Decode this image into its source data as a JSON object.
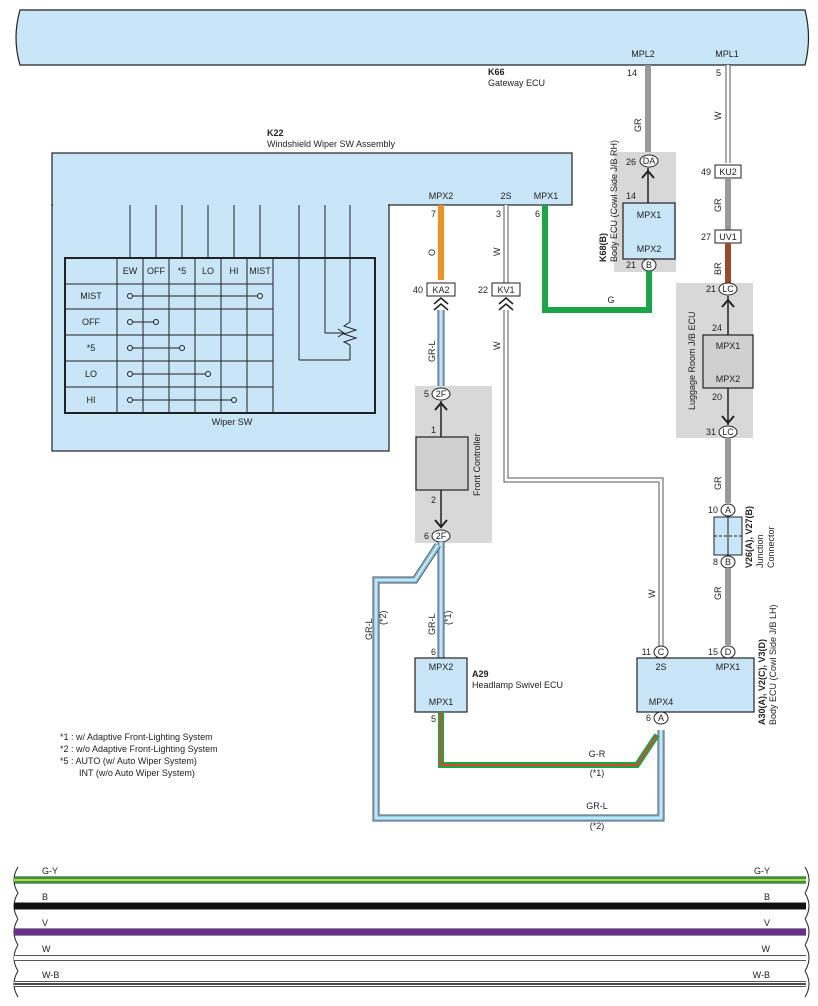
{
  "gateway": {
    "code": "K66",
    "name": "Gateway ECU",
    "pin_mpl2": "MPL2",
    "pin_mpl1": "MPL1",
    "pin_num_14": "14",
    "pin_num_5": "5"
  },
  "wiper_assy": {
    "code": "K22",
    "name": "Windshield Wiper SW Assembly",
    "pin_mpx2": "MPX2",
    "pin_2s": "2S",
    "pin_mpx1": "MPX1",
    "num_7": "7",
    "num_3": "3",
    "num_6": "6",
    "sw_label": "Wiper SW",
    "table_cols": [
      "EW",
      "OFF",
      "*5",
      "LO",
      "HI",
      "MIST"
    ],
    "table_rows": [
      "MIST",
      "OFF",
      "*5",
      "LO",
      "HI"
    ]
  },
  "body_ecu_rh": {
    "code": "K68(B)",
    "name": "Body ECU (Cowl Side J/B RH)",
    "pin_mpx1": "MPX1",
    "pin_mpx2": "MPX2",
    "num_14": "14",
    "num_21": "21",
    "con_da": "DA",
    "num_26": "26",
    "con_b": "B"
  },
  "luggage_ecu": {
    "name": "Luggage Room J/B ECU",
    "pin_mpx1": "MPX1",
    "pin_mpx2": "MPX2",
    "num_24": "24",
    "num_20": "20",
    "num_21": "21",
    "num_31": "31",
    "con_lc": "LC"
  },
  "front_ctrl": {
    "name": "Front Controller",
    "num_5": "5",
    "num_1": "1",
    "num_2": "2",
    "num_6": "6",
    "con_2f": "2F"
  },
  "headlamp": {
    "code": "A29",
    "name": "Headlamp Swivel ECU",
    "pin_mpx2": "MPX2",
    "pin_mpx1": "MPX1",
    "num_6": "6",
    "num_5": "5"
  },
  "body_ecu_lh": {
    "code": "A30(A), V2(C), V3(D)",
    "name": "Body ECU (Cowl Side J/B LH)",
    "pin_2s": "2S",
    "pin_mpx1": "MPX1",
    "pin_mpx4": "MPX4",
    "num_11": "11",
    "num_15": "15",
    "num_6": "6",
    "con_c": "C",
    "con_d": "D",
    "con_a": "A"
  },
  "junction": {
    "code": "V26(A), V27(B)",
    "name1": "Junction",
    "name2": "Connector",
    "num_10": "10",
    "num_8": "8",
    "con_a": "A",
    "con_b": "B"
  },
  "inline": {
    "ku2": "KU2",
    "ku2_num": "49",
    "uv1": "UV1",
    "uv1_num": "27",
    "ka2": "KA2",
    "ka2_num": "40",
    "kv1": "KV1",
    "kv1_num": "22"
  },
  "wires": {
    "gr": "GR",
    "w": "W",
    "o": "O",
    "g": "G",
    "grl": "GR-L",
    "br": "BR",
    "gr_r": "G-R",
    "note1": "(*1)",
    "note2": "(*2)"
  },
  "notes": [
    "*1 : w/ Adaptive Front-Lighting System",
    "*2 : w/o Adaptive Front-Lighting System",
    "*5 : AUTO (w/ Auto Wiper System)",
    "INT (w/o Auto Wiper System)"
  ],
  "bus": [
    {
      "label": "G-Y",
      "color": "#2e9a3a",
      "stripe": "#f2e33a"
    },
    {
      "label": "B",
      "color": "#111111",
      "stripe": ""
    },
    {
      "label": "V",
      "color": "#6b2e8e",
      "stripe": ""
    },
    {
      "label": "W",
      "color": "#ffffff",
      "stripe": ""
    },
    {
      "label": "W-B",
      "color": "#ffffff",
      "stripe": "#111111"
    }
  ],
  "colors": {
    "ecu_fill": "#c8e6f7",
    "gray_box": "#d8d8d8",
    "wire_gray": "#9a9a9a",
    "wire_orange": "#f0901e",
    "wire_green": "#1aa548",
    "wire_blue": "#8cc8e8",
    "wire_brown": "#9a4a2a",
    "wire_red": "#e0452a"
  }
}
